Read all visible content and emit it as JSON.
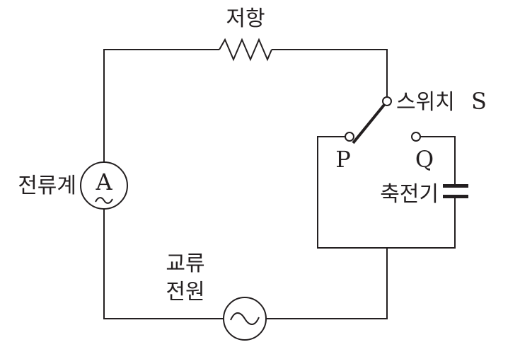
{
  "labels": {
    "resistor": "저항",
    "switch": "스위치",
    "switch_letter": "S",
    "terminal_p": "P",
    "terminal_q": "Q",
    "capacitor": "축전기",
    "ammeter": "전류계",
    "ammeter_symbol": "A",
    "ac_source_line1": "교류",
    "ac_source_line2": "전원"
  },
  "colors": {
    "line": "#231f20",
    "background": "#ffffff"
  }
}
